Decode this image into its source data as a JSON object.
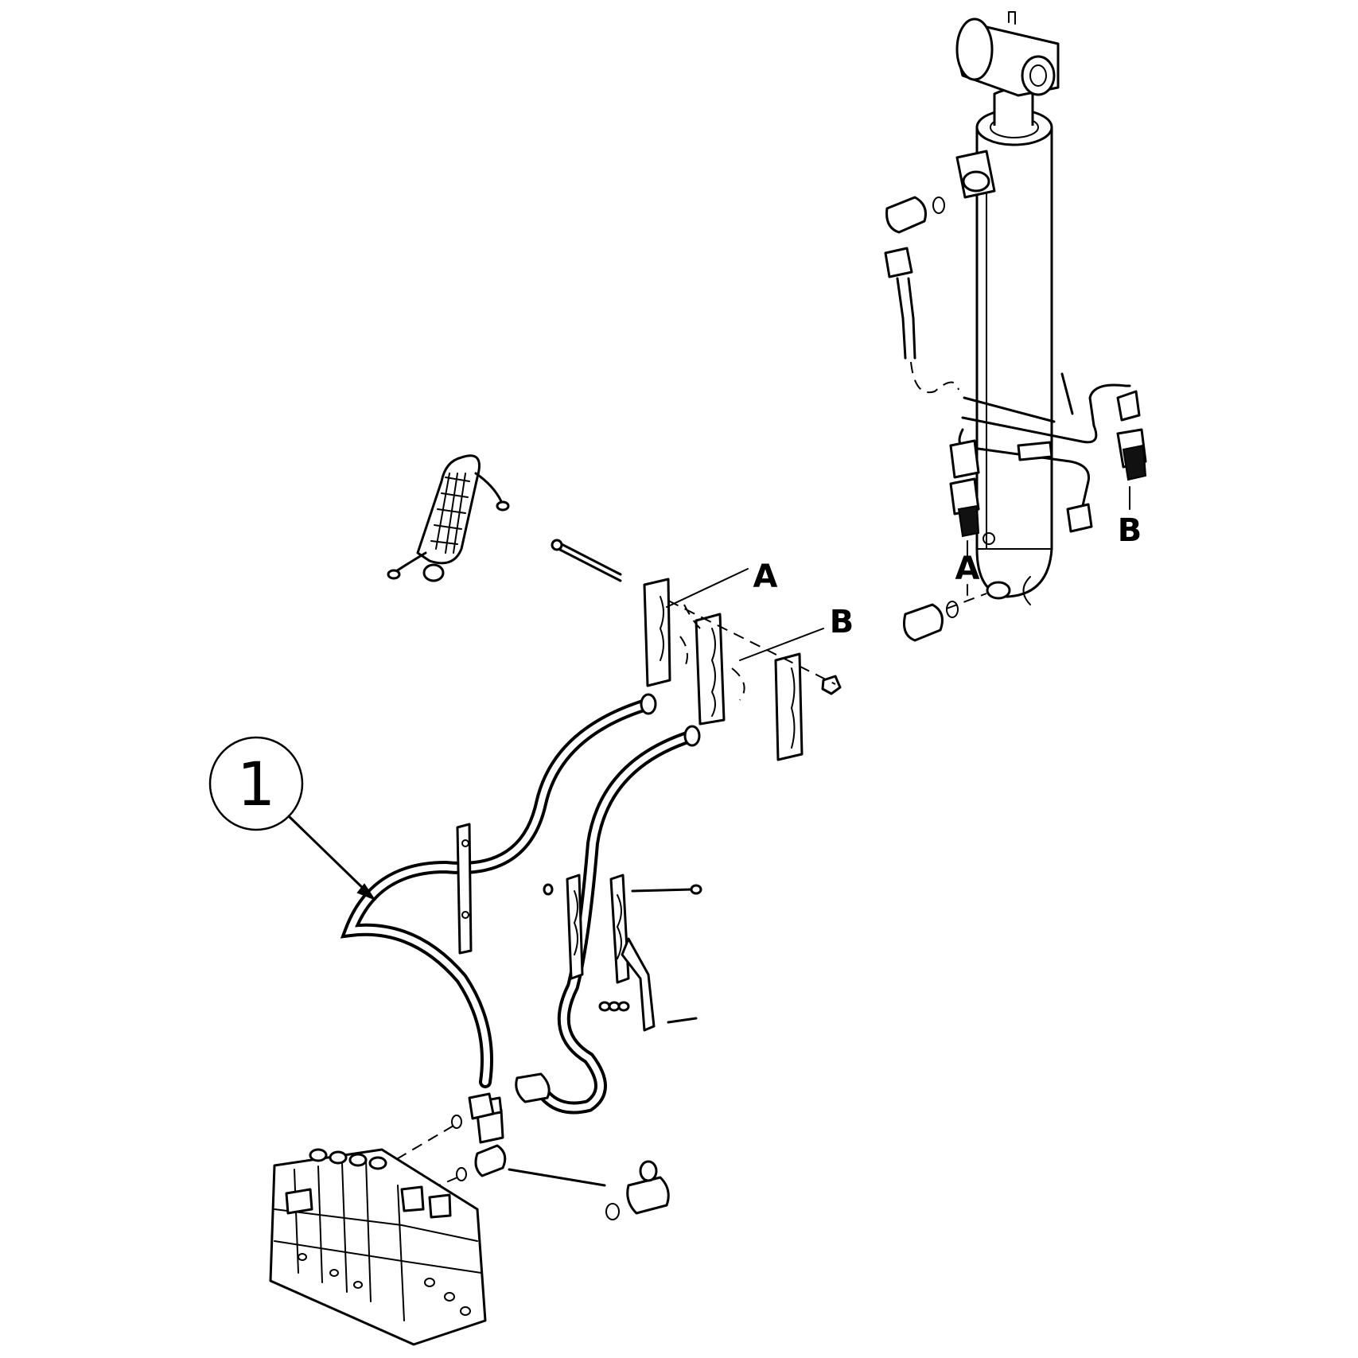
{
  "callout": {
    "number": "1"
  },
  "labels": {
    "a_clamp": "A",
    "b_clamp": "B",
    "a_cylinder": "A",
    "b_cylinder": "B"
  }
}
